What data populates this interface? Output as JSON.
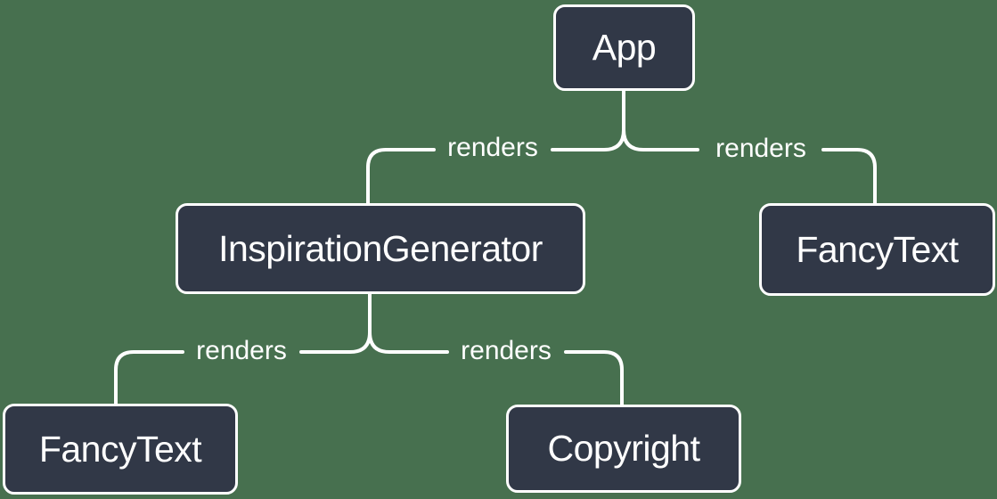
{
  "diagram": {
    "type": "component-render-tree"
  },
  "colors": {
    "background": "#47704f",
    "node_fill": "#313847",
    "node_border": "#ffffff",
    "edge_line": "#ffffff",
    "text": "#ffffff"
  },
  "nodes": [
    {
      "id": "app",
      "label": "App"
    },
    {
      "id": "inspiration-generator",
      "label": "InspirationGenerator"
    },
    {
      "id": "fancy-text-right",
      "label": "FancyText"
    },
    {
      "id": "fancy-text-left",
      "label": "FancyText"
    },
    {
      "id": "copyright",
      "label": "Copyright"
    }
  ],
  "edges": [
    {
      "from": "app",
      "to": "inspiration-generator",
      "label": "renders"
    },
    {
      "from": "app",
      "to": "fancy-text-right",
      "label": "renders"
    },
    {
      "from": "inspiration-generator",
      "to": "fancy-text-left",
      "label": "renders"
    },
    {
      "from": "inspiration-generator",
      "to": "copyright",
      "label": "renders"
    }
  ]
}
